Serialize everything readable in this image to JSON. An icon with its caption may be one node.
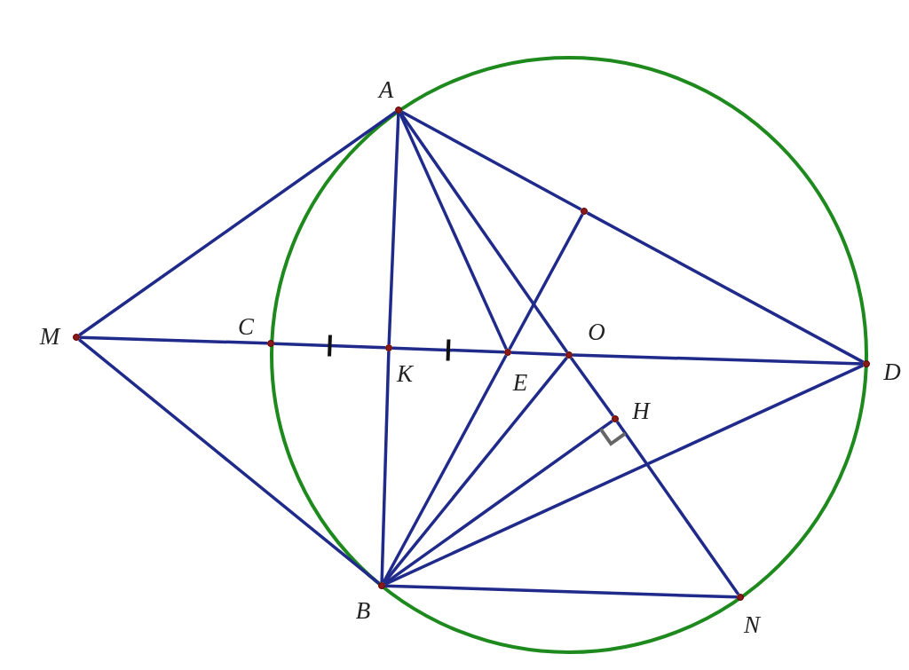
{
  "diagram": {
    "nodes": [
      {
        "text": [
          "A"
        ]
      },
      {
        "text": [
          "M"
        ]
      },
      {
        "text": [
          "C"
        ]
      },
      {
        "text": [
          "K"
        ]
      },
      {
        "text": [
          "E"
        ]
      },
      {
        "text": [
          "O"
        ]
      },
      {
        "text": [
          "D"
        ]
      },
      {
        "text": [
          "H"
        ]
      },
      {
        "text": [
          "B"
        ]
      },
      {
        "text": [
          "N"
        ]
      },
      {
        "text": [],
        "shape": "circle"
      }
    ],
    "edges": [
      {
        "from": 1,
        "to": 0,
        "arrow": "none"
      },
      {
        "from": 1,
        "to": 8,
        "arrow": "none"
      },
      {
        "from": 1,
        "to": 2,
        "arrow": "none"
      },
      {
        "from": 2,
        "to": 3,
        "arrow": "none"
      },
      {
        "from": 3,
        "to": 4,
        "arrow": "none"
      },
      {
        "from": 4,
        "to": 5,
        "arrow": "none"
      },
      {
        "from": 5,
        "to": 6,
        "arrow": "none"
      },
      {
        "from": 0,
        "to": 3,
        "arrow": "none"
      },
      {
        "from": 3,
        "to": 8,
        "arrow": "none"
      },
      {
        "from": 0,
        "to": 4,
        "arrow": "none"
      },
      {
        "from": 0,
        "to": 5,
        "arrow": "none"
      },
      {
        "from": 5,
        "to": 7,
        "arrow": "none"
      },
      {
        "from": 7,
        "to": 9,
        "arrow": "none"
      },
      {
        "from": 0,
        "to": 10,
        "arrow": "none"
      },
      {
        "from": 10,
        "to": 6,
        "arrow": "none"
      },
      {
        "from": 8,
        "to": 4,
        "arrow": "none"
      },
      {
        "from": 4,
        "to": 10,
        "arrow": "none"
      },
      {
        "from": 8,
        "to": 5,
        "arrow": "none"
      },
      {
        "from": 8,
        "to": 7,
        "arrow": "none"
      },
      {
        "from": 8,
        "to": 6,
        "arrow": "none"
      },
      {
        "from": 8,
        "to": 9,
        "arrow": "none"
      }
    ]
  }
}
